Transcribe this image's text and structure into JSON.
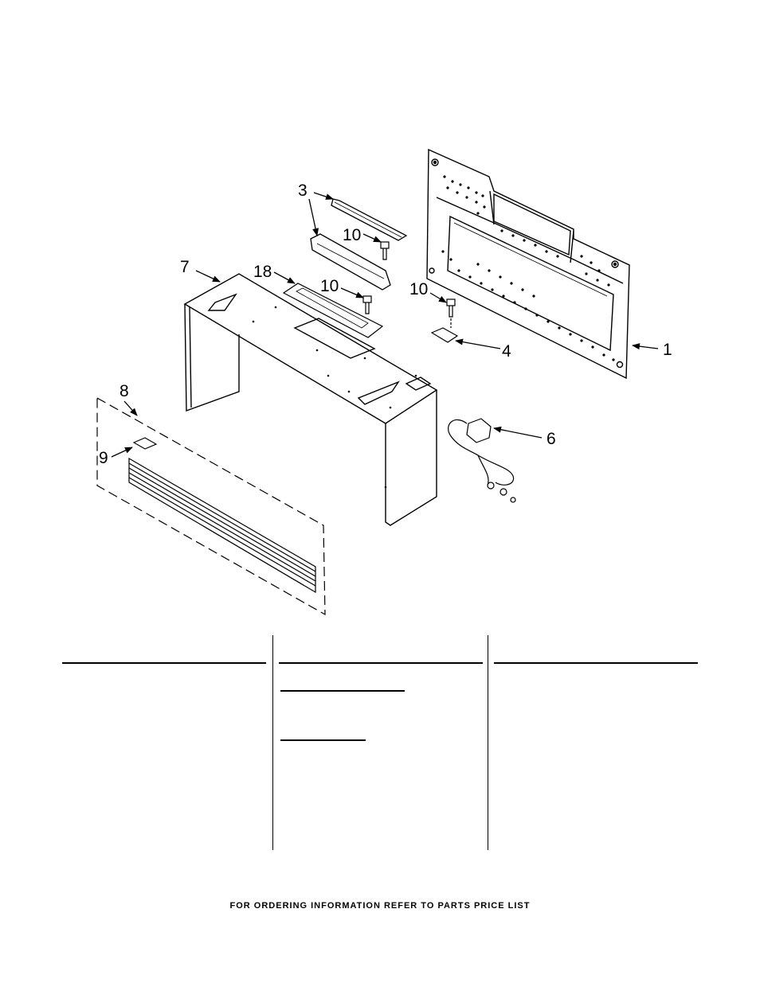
{
  "diagram": {
    "callouts": {
      "c1": "1",
      "c3": "3",
      "c4": "4",
      "c6": "6",
      "c7": "7",
      "c8": "8",
      "c9": "9",
      "c10a": "10",
      "c10b": "10",
      "c10c": "10",
      "c18": "18"
    }
  },
  "footer": {
    "text": "FOR ORDERING INFORMATION REFER TO PARTS PRICE LIST"
  }
}
